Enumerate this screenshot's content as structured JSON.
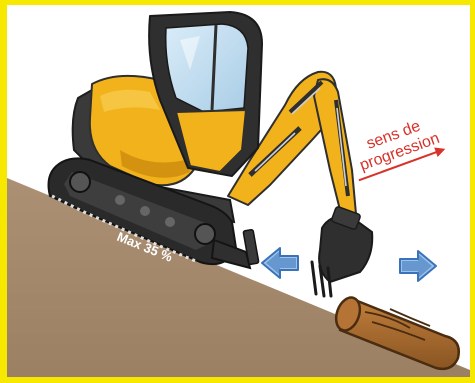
{
  "labels": {
    "direction": "sens de progression",
    "direction_line1": "sens de",
    "direction_line2": "progression",
    "max_slope": "Max 35 %"
  },
  "colors": {
    "frame_yellow": "#f7e800",
    "ground": "#a58a6d",
    "machine_yellow": "#f2b21c",
    "machine_shade": "#d39310",
    "dark_grey": "#2f2f2f",
    "glass": "#c3dff0",
    "arrow_blue": "#3a73b8",
    "arrow_light": "#9cc3ea",
    "log_brown": "#a56a2d",
    "red_text": "#d8322a"
  },
  "icons": {
    "left": "arrow-left-icon",
    "right": "arrow-right-icon"
  }
}
